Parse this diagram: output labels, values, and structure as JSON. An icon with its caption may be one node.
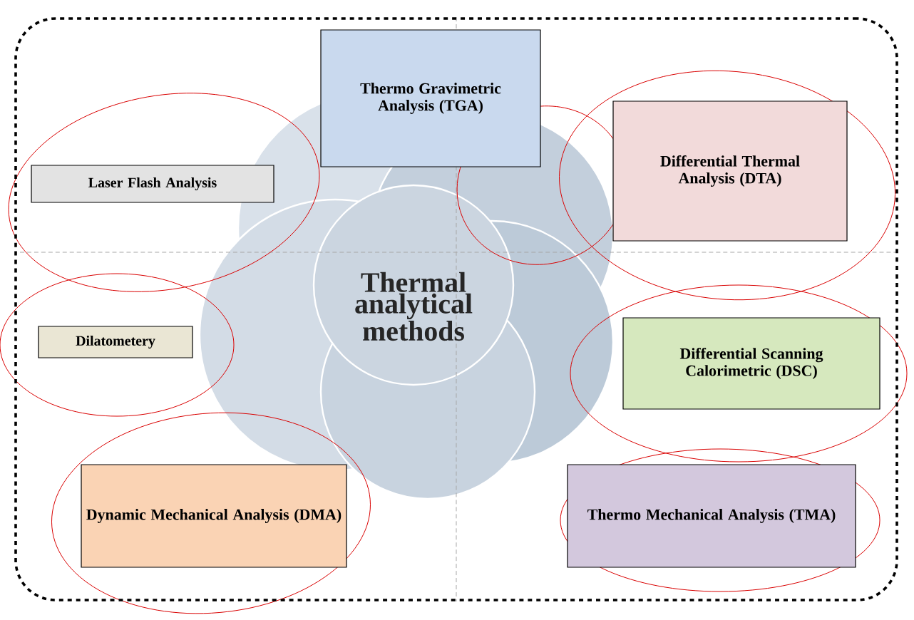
{
  "diagram": {
    "nodes": [
      {
        "text": [],
        "shape": "box"
      },
      {
        "text": [
          "Thermal analytical methods"
        ],
        "in": 0
      },
      {
        "text": [
          "Thermo Gravimetric Analysis (TGA)"
        ],
        "in": 0
      },
      {
        "text": [
          "Laser Flash Analysis"
        ],
        "in": 0
      },
      {
        "text": [
          "Differential Thermal Analysis (DTA)"
        ],
        "in": 0
      },
      {
        "text": [
          "Dilatometery"
        ],
        "in": 0
      },
      {
        "text": [
          "Differential Scanning Calorimetric (DSC)"
        ],
        "in": 0
      },
      {
        "text": [
          "Dynamic Mechanical Analysis (DMA)"
        ],
        "in": 0
      },
      {
        "text": [
          "Thermo Mechanical Analysis (TMA)"
        ],
        "in": 0
      }
    ]
  }
}
